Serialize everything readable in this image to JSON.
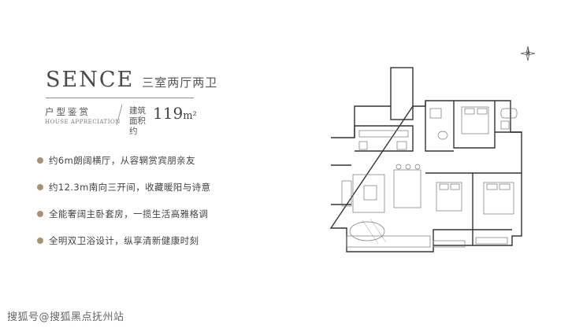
{
  "header": {
    "brand": "SENCE",
    "layout_type": "三室两厅两卫"
  },
  "section": {
    "title_cn": "户型鉴赏",
    "title_en": "HOUSE APPRECIATION"
  },
  "area": {
    "label": "建筑面积约",
    "value": "119",
    "unit": "m²"
  },
  "features": [
    {
      "icon": "bullet-dot-icon",
      "text": "约6m朗阔横厅，从容辋赏宾朋亲友"
    },
    {
      "icon": "bullet-dot-icon",
      "text": "约12.3m南向三开间，收藏暖阳与诗意"
    },
    {
      "icon": "bullet-dot-icon",
      "text": "全能奢阔主卧套房，一揽生活高雅格调"
    },
    {
      "icon": "bullet-dot-icon",
      "text": "全明双卫浴设计，纵享清新健康时刻"
    }
  ],
  "watermark": "搜狐号@搜狐黑点抚州站",
  "colors": {
    "accent": "#a99272",
    "text": "#444444",
    "plan_line": "#333333"
  }
}
